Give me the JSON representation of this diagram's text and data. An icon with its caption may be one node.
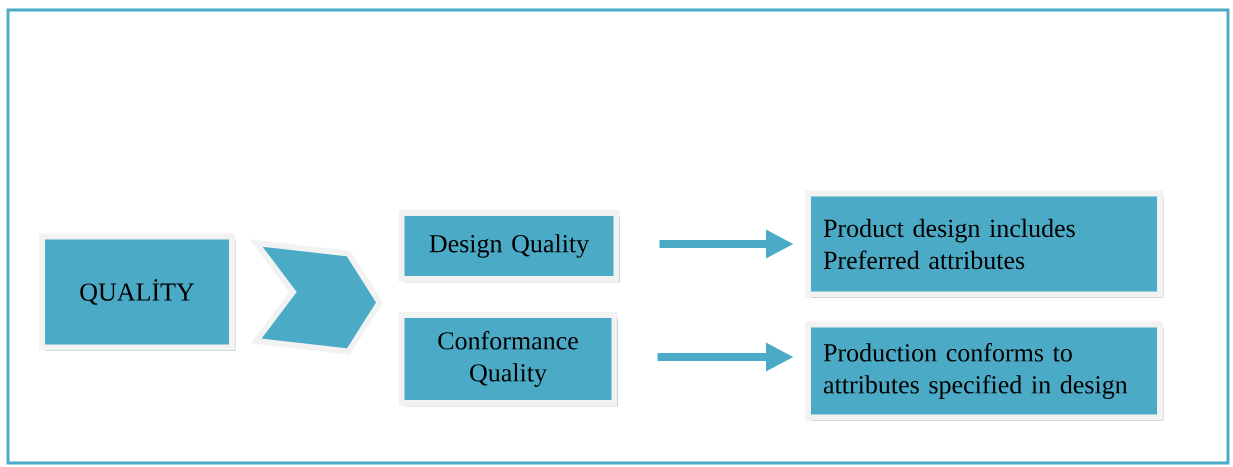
{
  "diagram": {
    "nodes": [
      {
        "text": [
          "QUALİTY"
        ]
      },
      {
        "text": [
          "Design Quality"
        ]
      },
      {
        "text": [
          "Conformance Quality"
        ]
      },
      {
        "text": [
          "Product design includes Preferred attributes"
        ]
      },
      {
        "text": [
          "Production conforms to attributes specified in design"
        ]
      }
    ],
    "edges": [
      {
        "from": 0,
        "to": 1,
        "arrow": "to"
      },
      {
        "from": 0,
        "to": 2,
        "arrow": "to"
      },
      {
        "from": 1,
        "to": 3,
        "arrow": "to"
      },
      {
        "from": 2,
        "to": 4,
        "arrow": "to"
      }
    ]
  }
}
